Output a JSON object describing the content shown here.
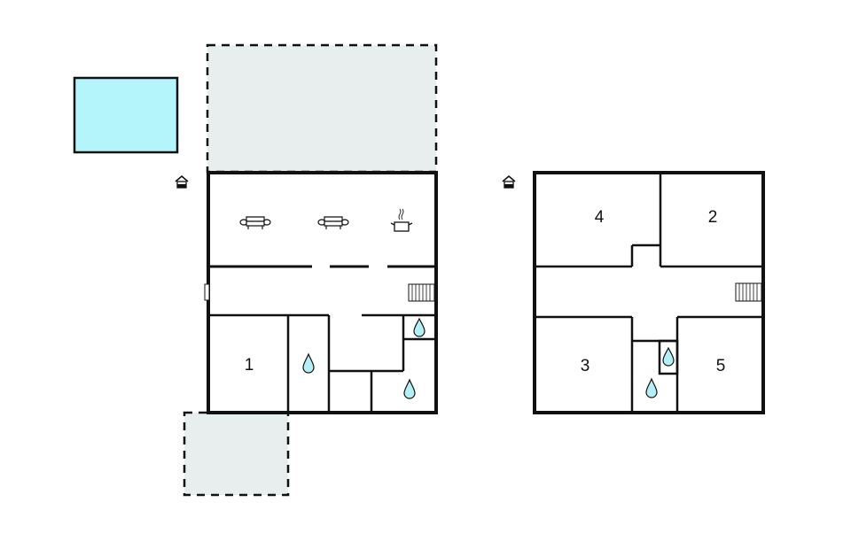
{
  "floor_plan": {
    "ground_floor": {
      "rooms": [
        {
          "id": "bedroom-1",
          "label": "1"
        }
      ],
      "icons": [
        "sofa-icon",
        "sofa-icon",
        "cooking-pot-icon",
        "bathroom-drop-icon",
        "bathroom-drop-icon",
        "bathroom-drop-icon",
        "stairs-icon",
        "entrance-icon"
      ]
    },
    "first_floor": {
      "rooms": [
        {
          "id": "bedroom-4",
          "label": "4"
        },
        {
          "id": "bedroom-2",
          "label": "2"
        },
        {
          "id": "bedroom-3",
          "label": "3"
        },
        {
          "id": "bedroom-5",
          "label": "5"
        }
      ],
      "icons": [
        "bathroom-drop-icon",
        "bathroom-drop-icon",
        "stairs-icon",
        "entrance-icon"
      ]
    },
    "colors": {
      "pool": "#b3f5fb",
      "terrace": "#e8eeee",
      "wall": "#111111",
      "water_drop": "#b3f0f5"
    }
  }
}
